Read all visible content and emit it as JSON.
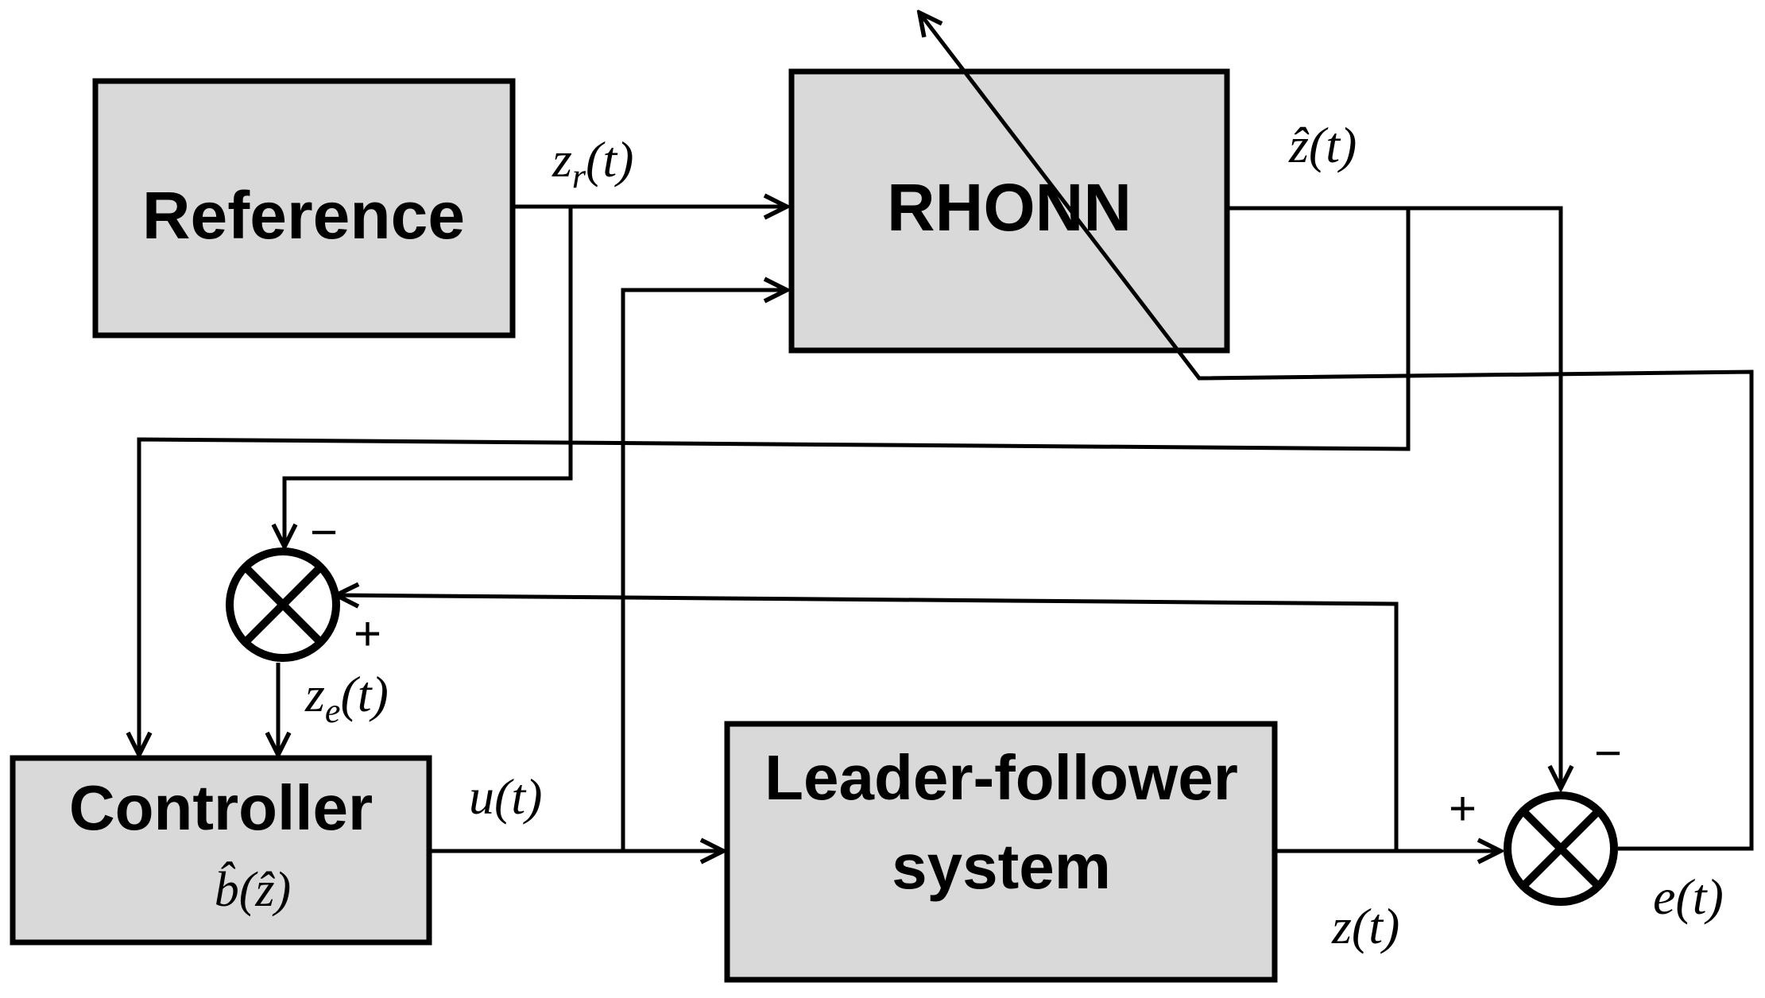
{
  "blocks": {
    "reference": "Reference",
    "rhonn": "RHONN",
    "controller": "Controller",
    "controller_sub": "b̂(ẑ)",
    "plant_line1": "Leader-follower",
    "plant_line2": "system"
  },
  "signals": {
    "zr": "zr(t)",
    "zhat": "ẑ(t)",
    "ze": "ze(t)",
    "u": "u(t)",
    "z": "z(t)",
    "e": "e(t)"
  },
  "signs": {
    "sj1_top": "−",
    "sj1_right": "+",
    "sj2_left": "+",
    "sj2_top": "−"
  }
}
